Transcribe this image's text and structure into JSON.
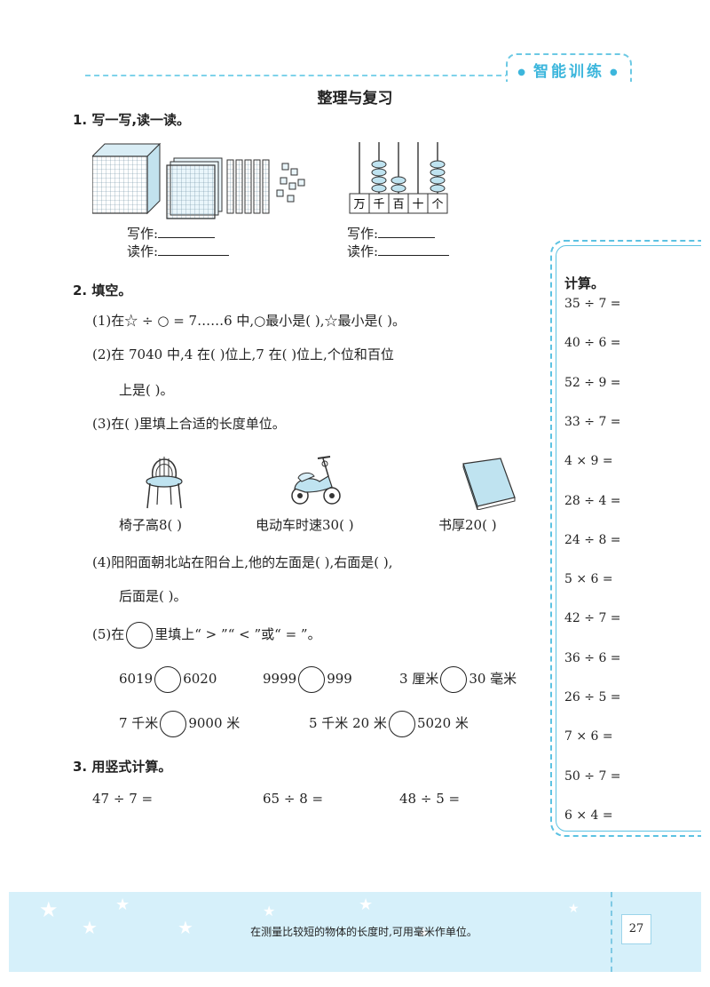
{
  "header": {
    "tab_label": "智能训练"
  },
  "page_title": "整理与复习",
  "q1": {
    "title": "1.  写一写,读一读。",
    "left_write": "写作:",
    "left_read": "读作:",
    "right_write": "写作:",
    "right_read": "读作:",
    "abacus_labels": [
      "万",
      "千",
      "百",
      "十",
      "个"
    ],
    "abacus_beads": [
      0,
      4,
      2,
      0,
      4
    ]
  },
  "q2": {
    "title": "2.  填空。",
    "p1": "(1)在☆ ÷ ○ = 7……6 中,○最小是(        ),☆最小是(        )。",
    "p2a": "(2)在 7040 中,4 在(        )位上,7 在(        )位上,个位和百位",
    "p2b": "上是(        )。",
    "p3": "(3)在(        )里填上合适的长度单位。",
    "p3_chair": "椅子高8(        )",
    "p3_scooter": "电动车时速30(        )",
    "p3_book": "书厚20(        )",
    "p4a": "(4)阳阳面朝北站在阳台上,他的左面是(        ),右面是(        ),",
    "p4b": "后面是(        )。",
    "p5_prefix": "(5)在",
    "p5_suffix": "里填上“ > ”“ < ”或“ = ”。",
    "compare": [
      {
        "left": "6019",
        "right": "6020"
      },
      {
        "left": "9999",
        "right": "999"
      },
      {
        "left": "3 厘米",
        "right": "30 毫米"
      },
      {
        "left": "7 千米",
        "right": "9000 米"
      },
      {
        "left": "5 千米 20 米",
        "right": "5020 米"
      }
    ]
  },
  "q3": {
    "title": "3.  用竖式计算。",
    "items": [
      "47 ÷ 7 =",
      "65 ÷ 8 =",
      "48 ÷ 5 ="
    ]
  },
  "calc": {
    "title": "计算。",
    "items": [
      "35 ÷ 7 =",
      "40 ÷ 6 =",
      "52 ÷ 9 =",
      "33 ÷ 7 =",
      "4 × 9 =",
      "28 ÷ 4 =",
      "24 ÷ 8 =",
      "5 × 6 =",
      "42 ÷ 7 =",
      "36 ÷ 6 =",
      "26 ÷ 5 =",
      "7 × 6 =",
      "50 ÷ 7 =",
      "6 × 4 ="
    ]
  },
  "footer": {
    "tip": "在测量比较短的物体的长度时,可用毫米作单位。",
    "page_number": "27"
  }
}
